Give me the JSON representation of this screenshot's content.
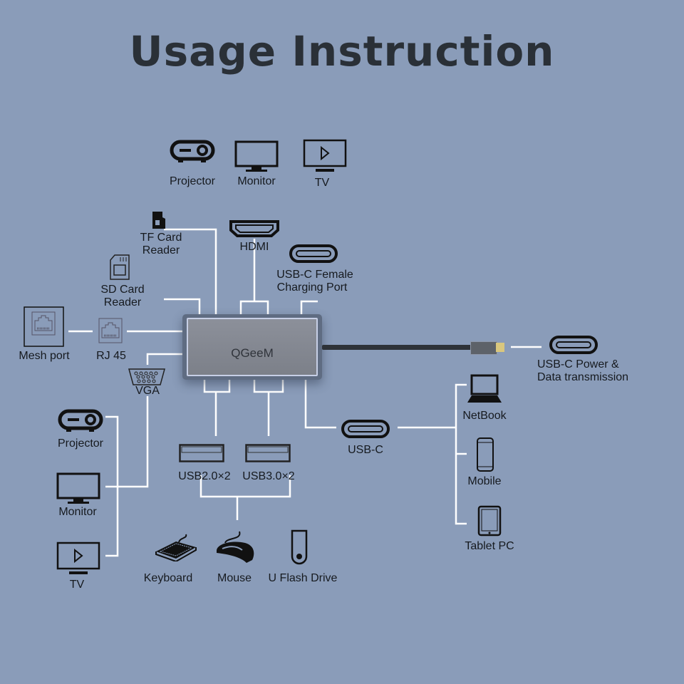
{
  "title": "Usage Instruction",
  "hub": {
    "brand": "QGeeM"
  },
  "labels": {
    "projector_top": "Projector",
    "monitor_top": "Monitor",
    "tv_top": "TV",
    "hdmi": "HDMI",
    "usbc_female": [
      "USB-C Female",
      "Charging Port"
    ],
    "tf_card": [
      "TF Card",
      "Reader"
    ],
    "sd_card": [
      "SD Card",
      "Reader"
    ],
    "mesh_port": "Mesh port",
    "rj45": "RJ 45",
    "vga": "VGA",
    "projector_left": "Projector",
    "monitor_left": "Monitor",
    "tv_left": "TV",
    "usb2": "USB2.0×2",
    "usb3": "USB3.0×2",
    "usbc": "USB-C",
    "keyboard": "Keyboard",
    "mouse": "Mouse",
    "flash": "U Flash Drive",
    "usbc_power": [
      "USB-C Power &",
      "Data transmission"
    ],
    "netbook": "NetBook",
    "mobile": "Mobile",
    "tablet": "Tablet PC"
  },
  "colors": {
    "background": "#8a9cb9",
    "lines": "#ffffff",
    "title": "#2a3037"
  }
}
